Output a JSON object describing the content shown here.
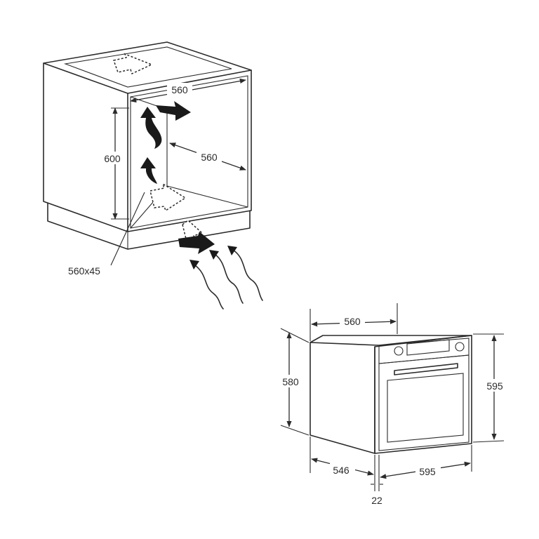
{
  "cabinet": {
    "dim_top_width": "560",
    "dim_height": "600",
    "dim_depth": "560",
    "dim_vent_opening": "560x45"
  },
  "oven": {
    "dim_top_depth": "560",
    "dim_left_height": "580",
    "dim_right_height": "595",
    "dim_bottom_depth": "546",
    "dim_bottom_width": "595",
    "dim_door_offset": "22"
  }
}
